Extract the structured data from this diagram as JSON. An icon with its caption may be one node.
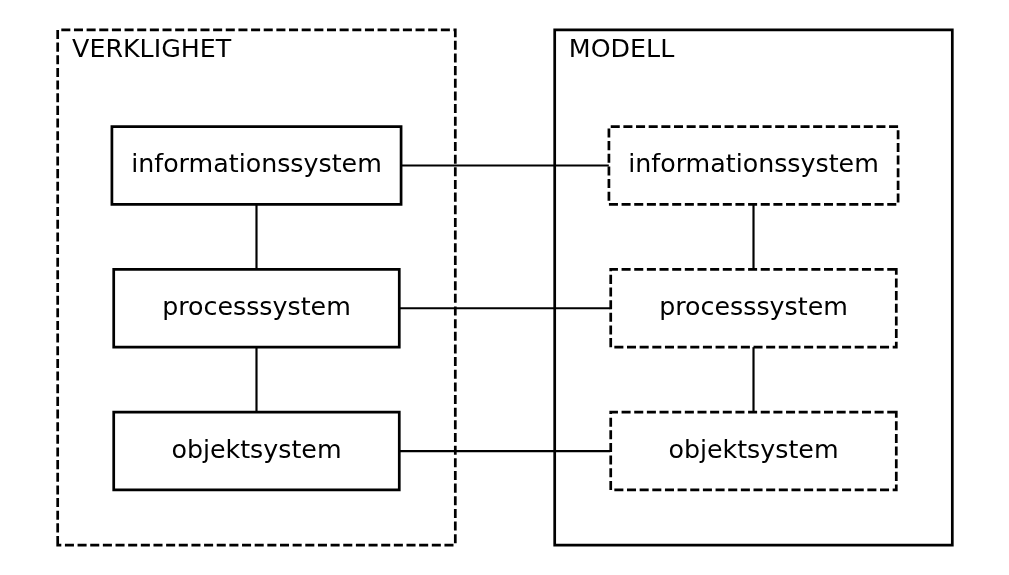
{
  "diagram": {
    "nodes": [
      {
        "text": [
          "VERKLIGHET"
        ]
      },
      {
        "text": [
          "objektsystem"
        ],
        "in": 0
      },
      {
        "text": [
          "processsystem"
        ],
        "in": 0
      },
      {
        "text": [
          "informationssystem"
        ],
        "in": 0
      },
      {
        "text": [
          "MODELL"
        ]
      },
      {
        "text": [
          "objektsystem"
        ],
        "in": 4
      },
      {
        "text": [
          "processsystem"
        ],
        "in": 4
      },
      {
        "text": [
          "informationssystem"
        ],
        "in": 4
      }
    ],
    "edges": [
      {
        "from": 1,
        "to": 5,
        "arrow": "none"
      },
      {
        "from": 2,
        "to": 6,
        "arrow": "none"
      },
      {
        "from": 3,
        "to": 7,
        "arrow": "none"
      },
      {
        "from": 1,
        "to": 2,
        "arrow": "none"
      },
      {
        "from": 2,
        "to": 3,
        "arrow": "none"
      },
      {
        "from": 5,
        "to": 6,
        "arrow": "none"
      },
      {
        "from": 6,
        "to": 7,
        "arrow": "none"
      }
    ]
  }
}
